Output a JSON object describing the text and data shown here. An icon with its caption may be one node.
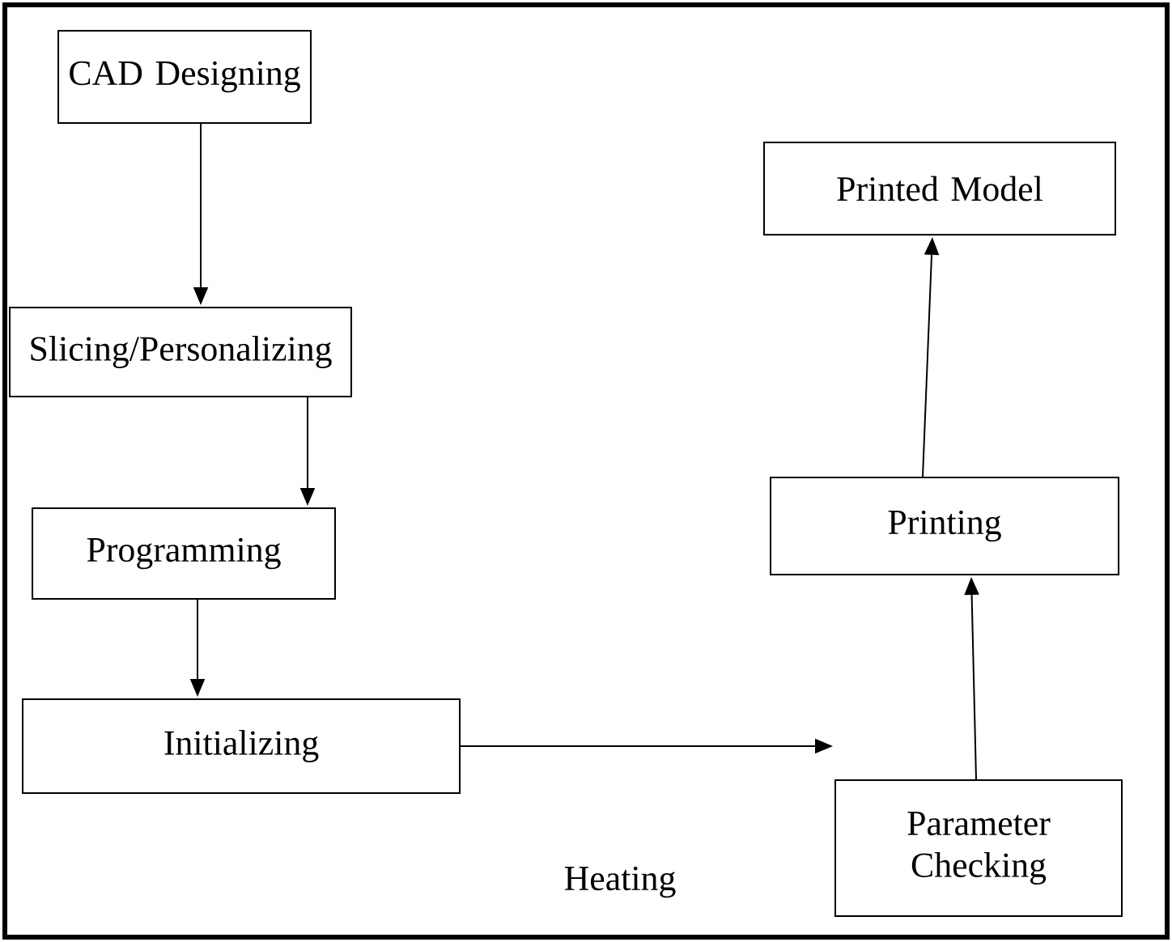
{
  "diagram": {
    "nodes": [
      {
        "text": [
          "CAD Designing"
        ]
      },
      {
        "text": [
          "Slicing/Personalizing"
        ]
      },
      {
        "text": [
          "Programming"
        ]
      },
      {
        "text": [
          "Initializing"
        ]
      },
      {
        "text": [
          "Parameter Checking"
        ]
      },
      {
        "text": [
          "Printing"
        ]
      },
      {
        "text": [
          "Printed Model"
        ]
      }
    ],
    "edges": [
      {
        "from": 0,
        "to": 1,
        "arrow": "to"
      },
      {
        "from": 1,
        "to": 2,
        "arrow": "to"
      },
      {
        "from": 2,
        "to": 3,
        "arrow": "to"
      },
      {
        "from": 3,
        "to": 4,
        "arrow": "to",
        "label": "Heating"
      },
      {
        "from": 4,
        "to": 5,
        "arrow": "to"
      },
      {
        "from": 5,
        "to": 6,
        "arrow": "to"
      }
    ]
  }
}
